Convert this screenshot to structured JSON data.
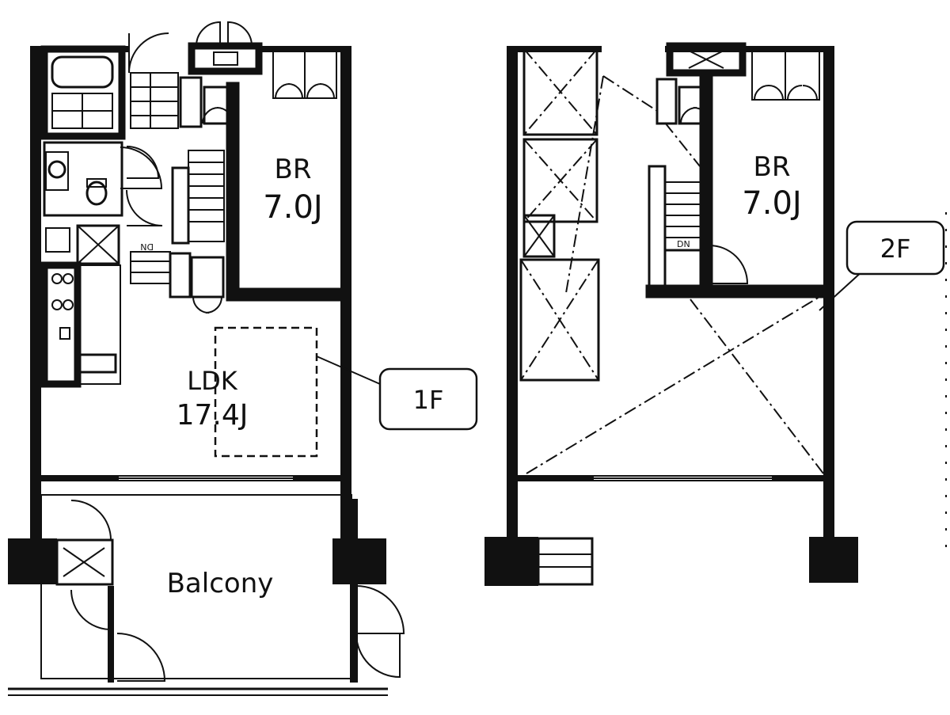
{
  "floor1": {
    "bedroom_name": "BR",
    "bedroom_size": "7.0J",
    "ldk_name": "LDK",
    "ldk_size": "17.4J",
    "balcony": "Balcony",
    "callout": "1F",
    "stair_down": "DN"
  },
  "floor2": {
    "bedroom_name": "BR",
    "bedroom_size": "7.0J",
    "callout": "2F",
    "stair_down": "DN"
  }
}
